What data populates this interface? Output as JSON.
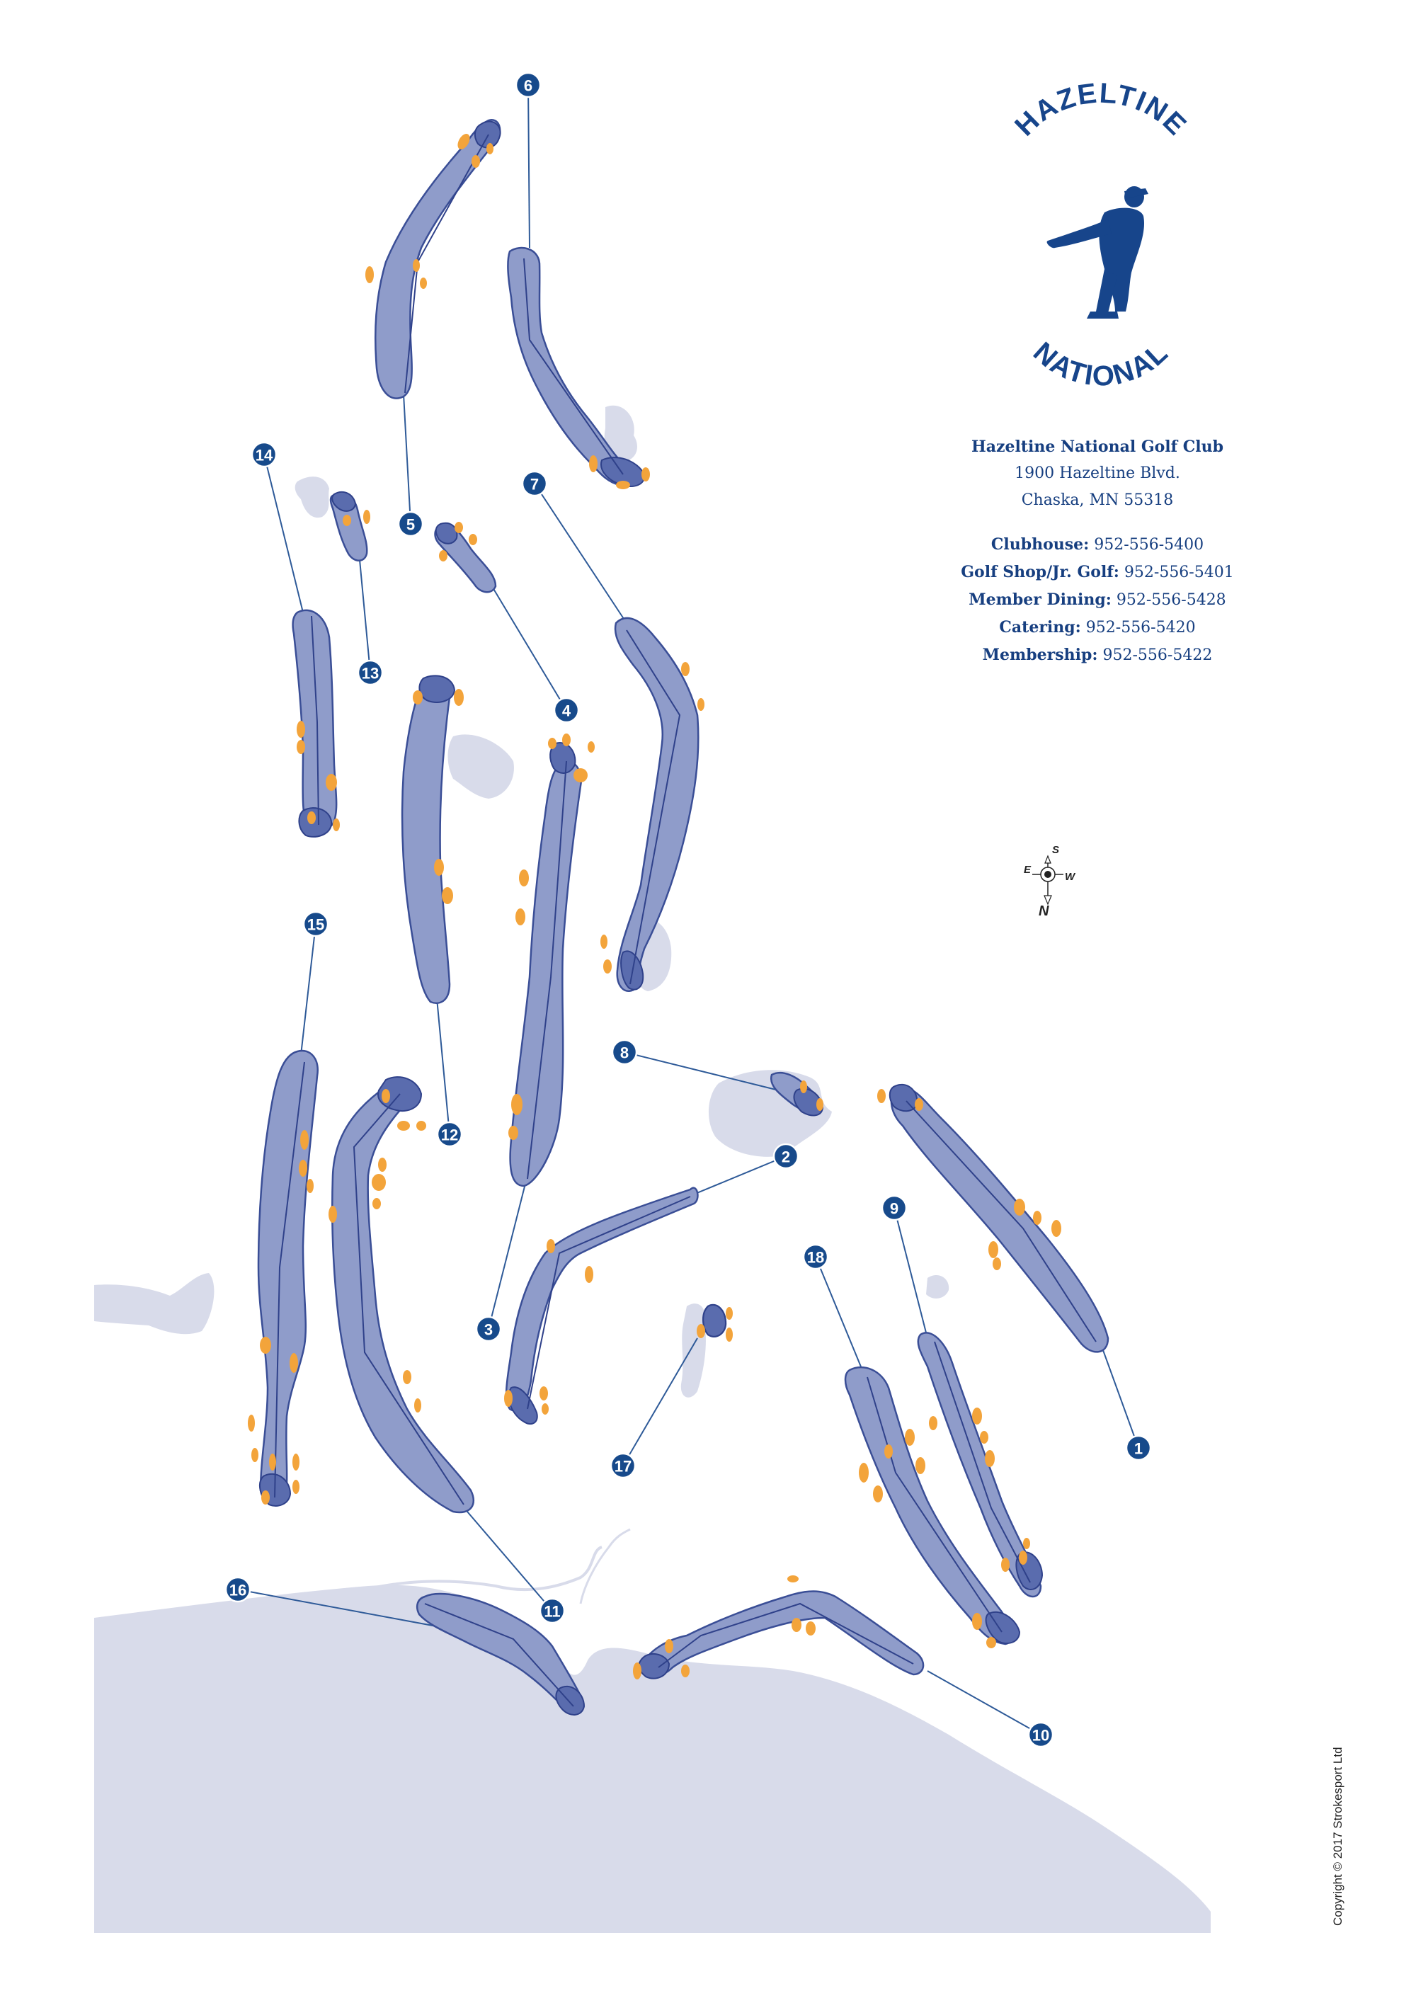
{
  "logo": {
    "top_text": "HAZELTINE",
    "bottom_text": "NATIONAL"
  },
  "club": {
    "name": "Hazeltine National Golf Club",
    "address_line1": "1900 Hazeltine Blvd.",
    "address_line2": "Chaska, MN 55318"
  },
  "contacts": [
    {
      "label": "Clubhouse:",
      "phone": "952-556-5400"
    },
    {
      "label": "Golf Shop/Jr. Golf:",
      "phone": "952-556-5401"
    },
    {
      "label": "Member Dining:",
      "phone": "952-556-5428"
    },
    {
      "label": "Catering:",
      "phone": "952-556-5420"
    },
    {
      "label": "Membership:",
      "phone": "952-556-5422"
    }
  ],
  "compass": {
    "s": "S",
    "w": "W",
    "e": "E",
    "n": "N"
  },
  "holes": [
    "1",
    "2",
    "3",
    "4",
    "5",
    "6",
    "7",
    "8",
    "9",
    "10",
    "11",
    "12",
    "13",
    "14",
    "15",
    "16",
    "17",
    "18"
  ],
  "copyright": "Copyright © 2017 Strokesport Ltd",
  "colors": {
    "fairway": "#8f9cca",
    "green": "#5a6cae",
    "water": "#d8dbea",
    "bunker": "#f3a43b",
    "brand": "#17458b"
  }
}
